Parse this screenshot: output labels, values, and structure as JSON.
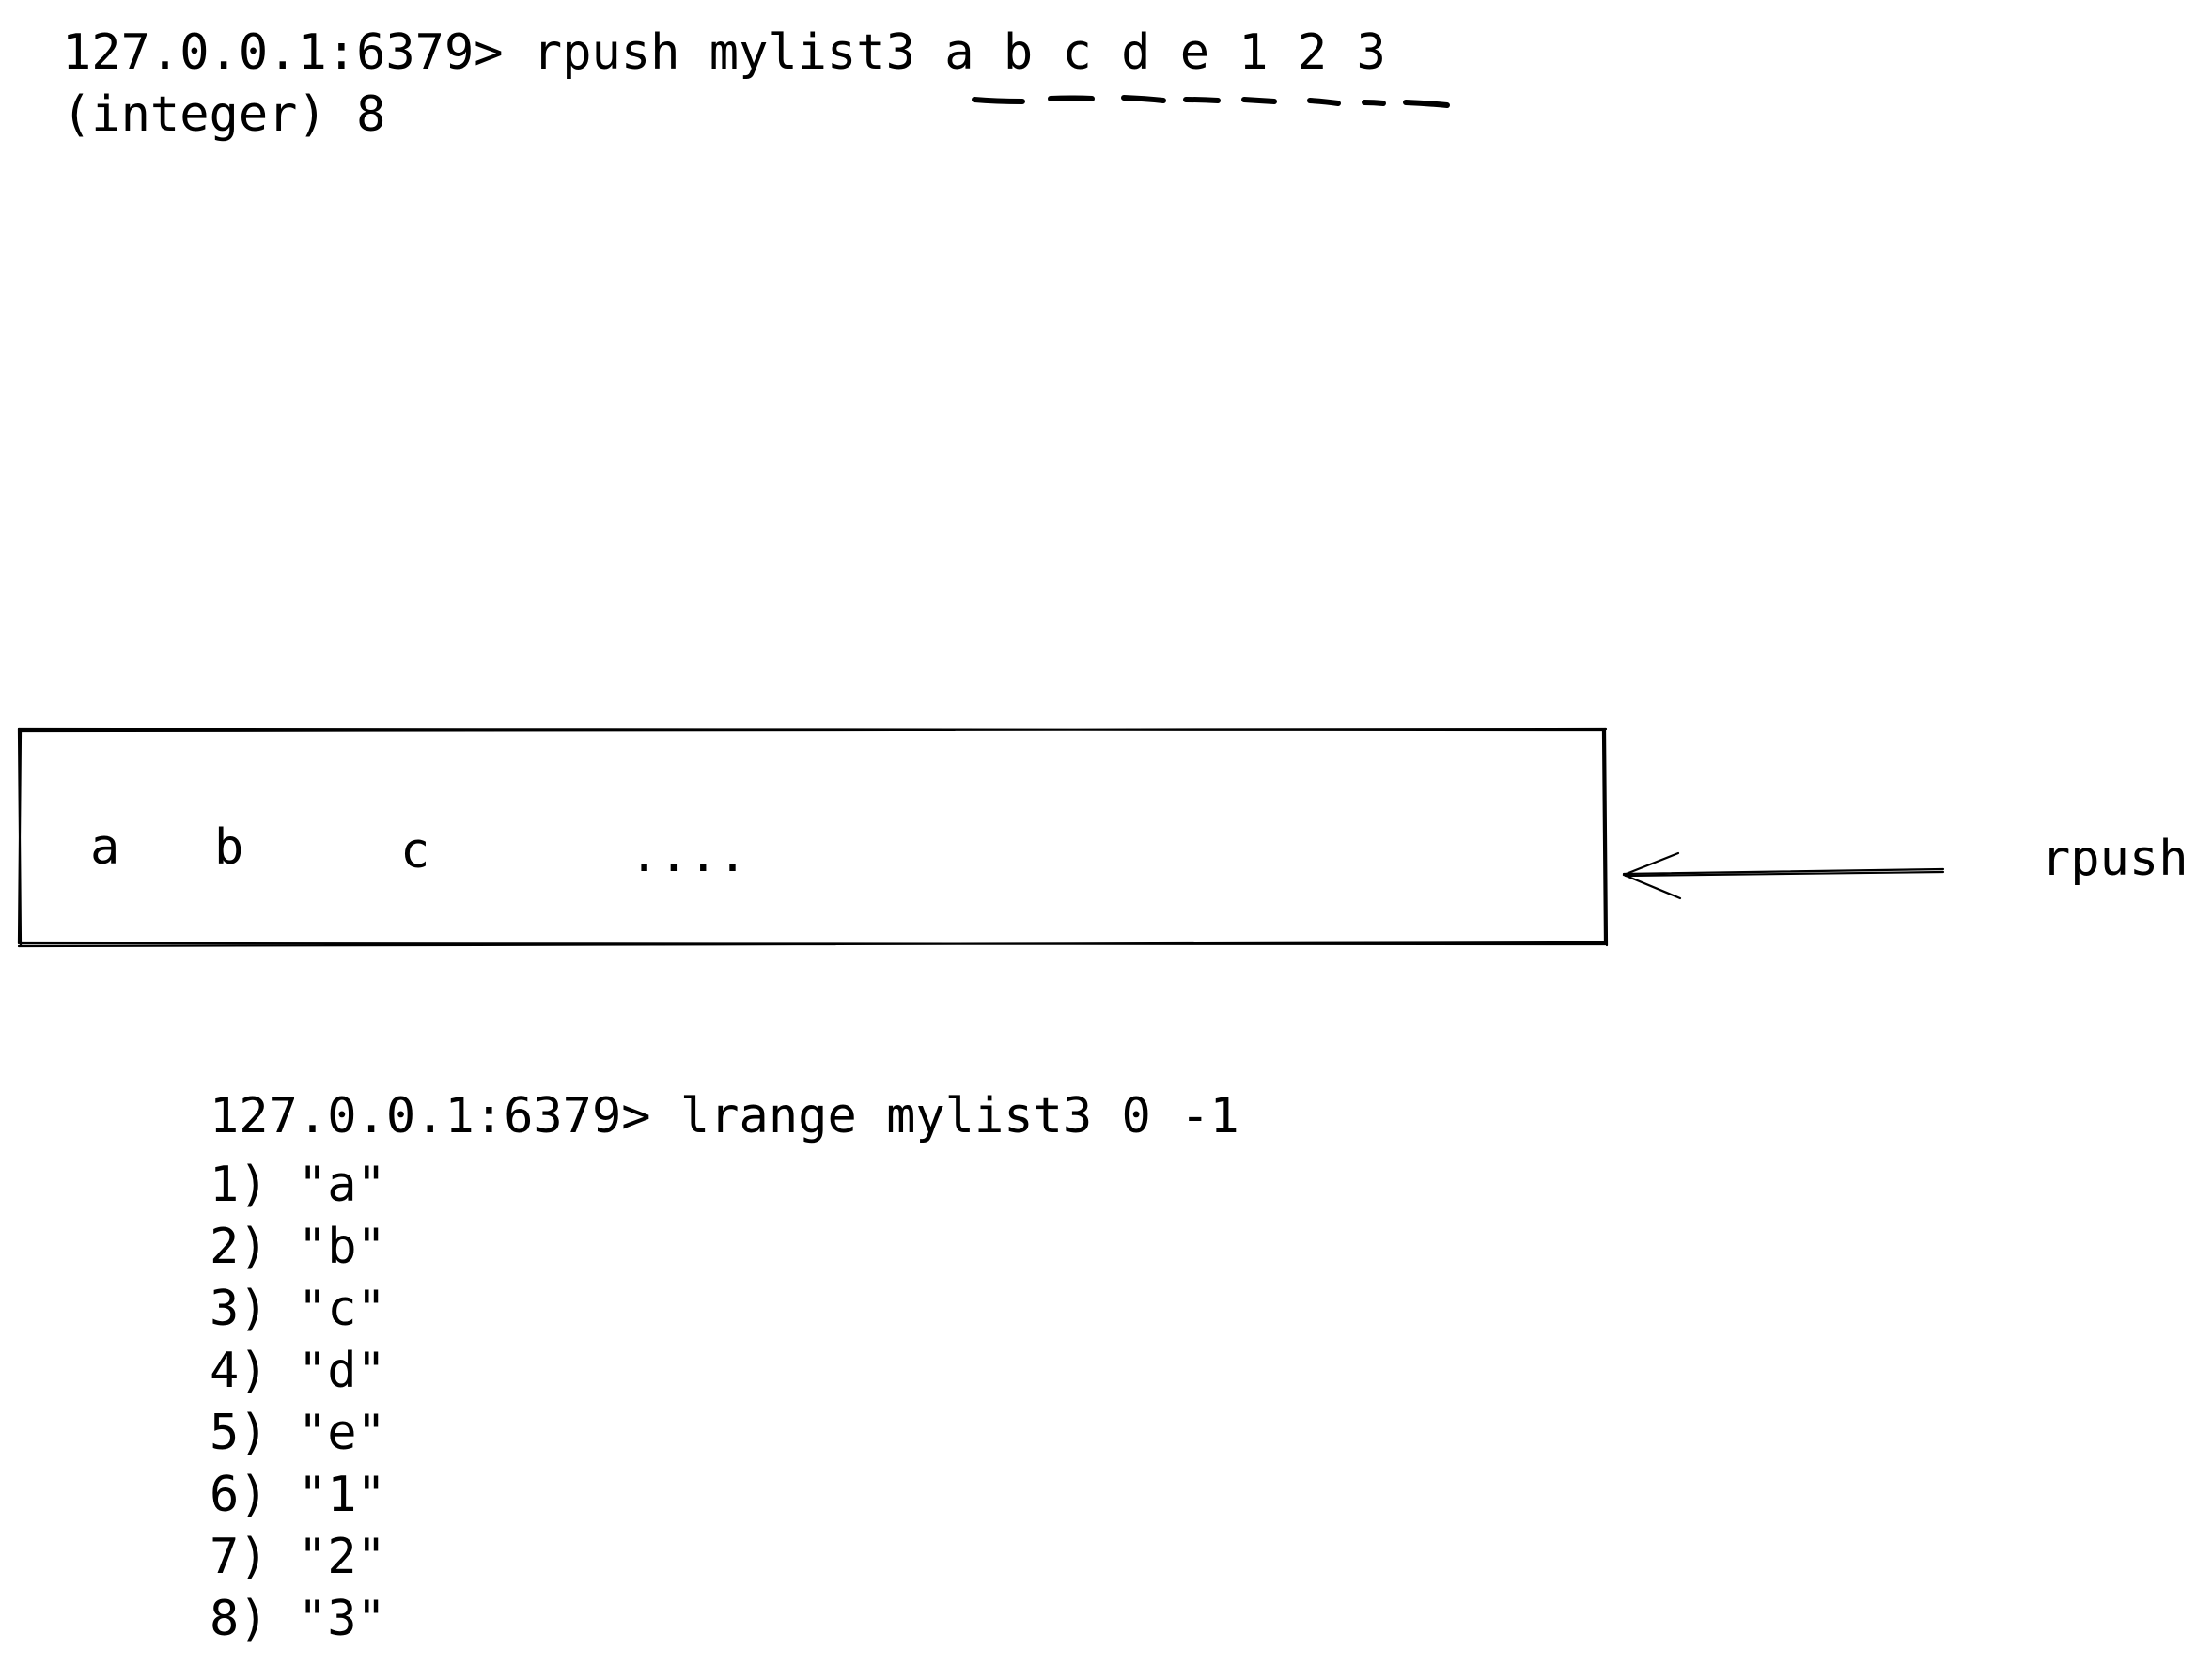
{
  "command1": {
    "prompt": "127.0.0.1:6379>",
    "text": "rpush mylist3",
    "args": "a b c d e 1 2 3"
  },
  "result1": "(integer) 8",
  "list_box": {
    "items": [
      "a",
      "b",
      "c"
    ],
    "ellipsis": "...."
  },
  "arrow_label": "rpush",
  "command2": {
    "prompt": "127.0.0.1:6379>",
    "text": "lrange mylist3 0 -1"
  },
  "output": [
    "1) \"a\"",
    "2) \"b\"",
    "3) \"c\"",
    "4) \"d\"",
    "5) \"e\"",
    "6) \"1\"",
    "7) \"2\"",
    "8) \"3\""
  ]
}
